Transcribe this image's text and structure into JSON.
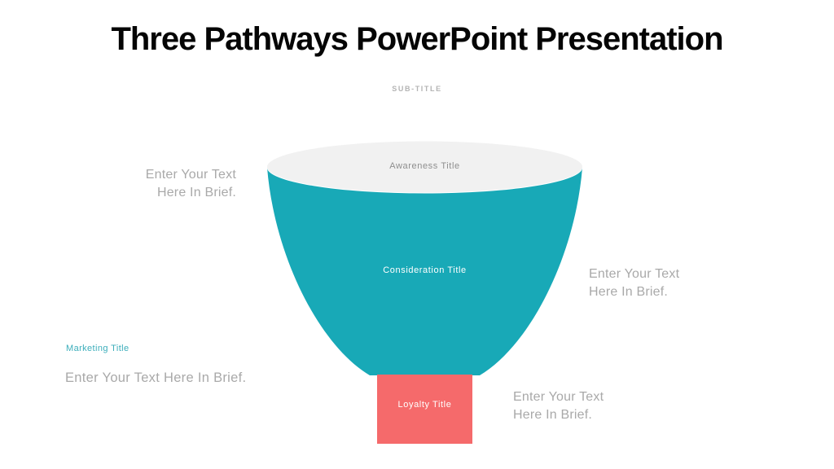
{
  "slide": {
    "title": "Three Pathways PowerPoint Presentation",
    "subtitle": "SUB-TITLE"
  },
  "funnel": {
    "type": "funnel-diagram",
    "stages": [
      {
        "id": "awareness",
        "label": "Awareness Title",
        "shape": "ellipse-top",
        "color": "#f1f1f1",
        "text_color": "#8e8e8e"
      },
      {
        "id": "consideration",
        "label": "Consideration Title",
        "shape": "funnel-bowl",
        "color": "#18a9b7",
        "text_color": "#ffffff"
      },
      {
        "id": "loyalty",
        "label": "Loyalty Title",
        "shape": "rectangle",
        "color": "#f56a6b",
        "text_color": "#ffffff"
      }
    ]
  },
  "annotations": {
    "top_left": {
      "lines": [
        "Enter Your Text",
        "Here In Brief."
      ]
    },
    "middle_right": {
      "lines": [
        "Enter Your Text",
        "Here In Brief."
      ]
    },
    "bottom_right": {
      "lines": [
        "Enter Your Text",
        "Here In Brief."
      ]
    },
    "bottom_left": {
      "heading": "Marketing Title",
      "text": "Enter Your Text Here In Brief."
    }
  },
  "colors": {
    "teal": "#18a9b7",
    "coral": "#f56a6b",
    "ellipse_gray": "#f1f1f1",
    "placeholder_text_gray": "#a9a9a9",
    "subtitle_gray": "#b4b4b4",
    "marketing_title_teal": "#3caebb",
    "title_black": "#050505",
    "background": "#ffffff"
  }
}
